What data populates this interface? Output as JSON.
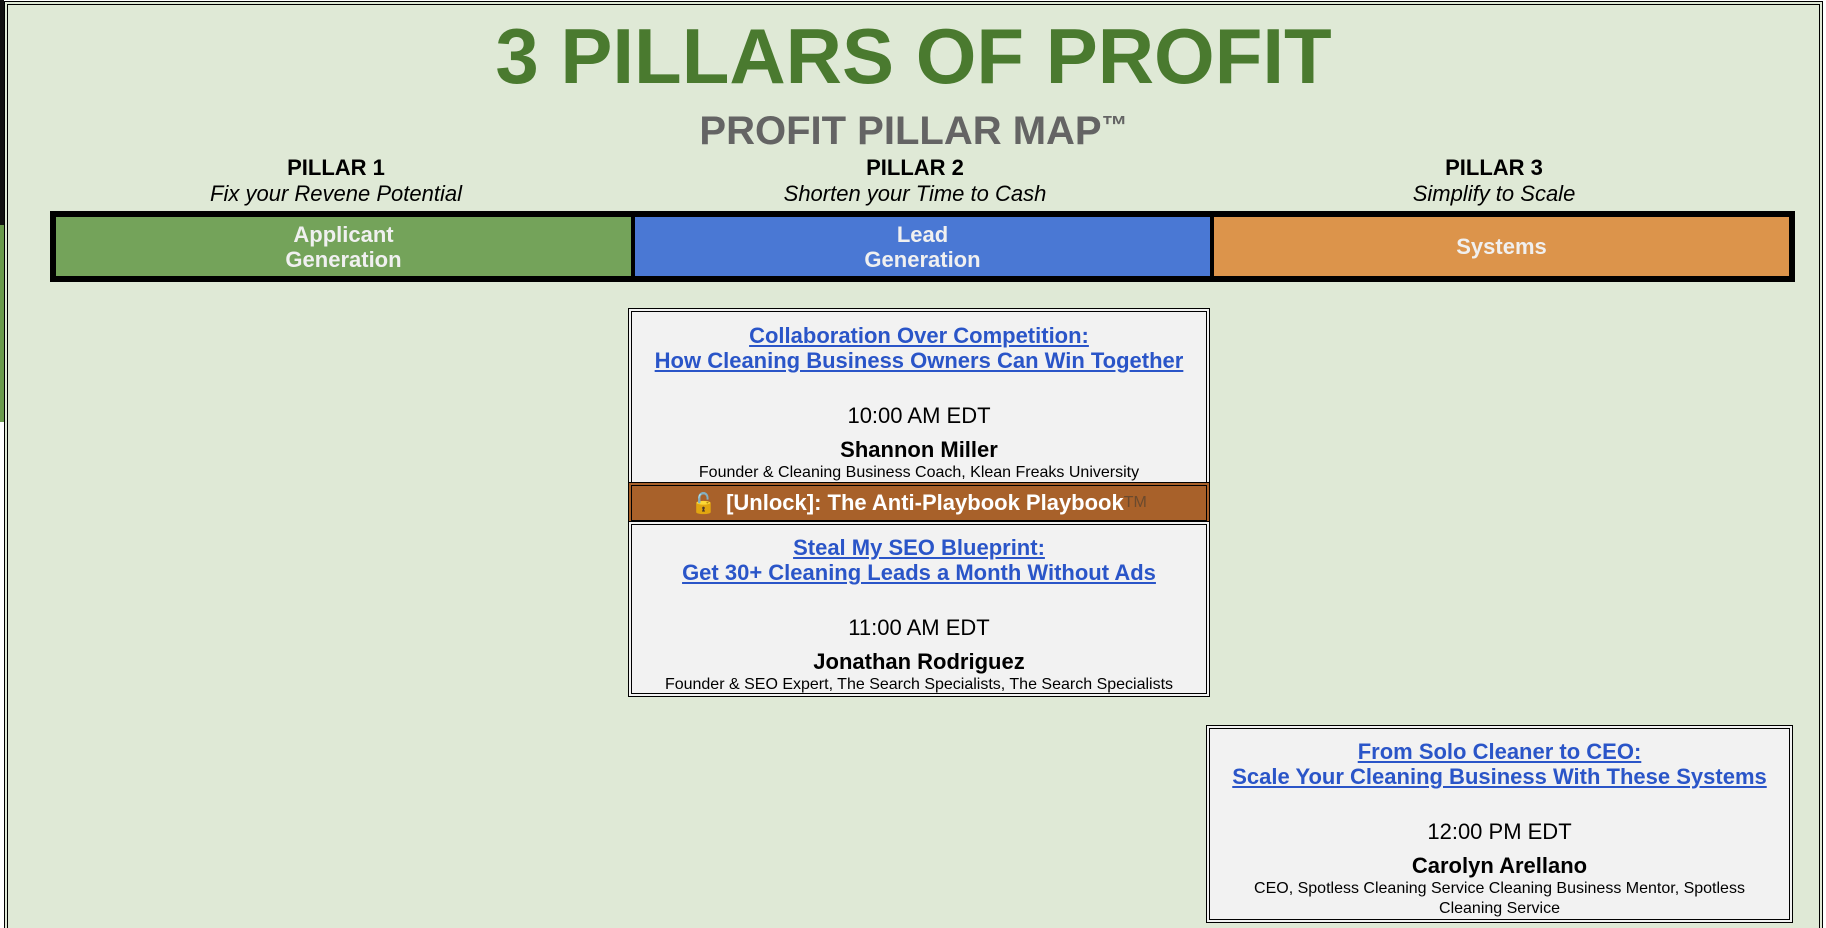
{
  "header": {
    "title": "3 PILLARS OF PROFIT",
    "subtitle": "PROFIT PILLAR MAP",
    "subtitle_tm": "™"
  },
  "pillars": [
    {
      "label": "PILLAR 1",
      "tagline": "Fix your Revene Potential",
      "category": "Applicant\nGeneration",
      "color": "#74a35a"
    },
    {
      "label": "PILLAR 2",
      "tagline": "Shorten your Time to Cash",
      "category": "Lead\nGeneration",
      "color": "#4a78d4"
    },
    {
      "label": "PILLAR 3",
      "tagline": "Simplify to Scale",
      "category": "Systems",
      "color": "#dc944b"
    }
  ],
  "sessions": [
    {
      "pillar": 2,
      "title": "Collaboration Over Competition:\nHow Cleaning Business Owners Can Win Together",
      "time": "10:00 AM EDT",
      "speaker": "Shannon Miller",
      "role": "Founder & Cleaning Business Coach, Klean Freaks University"
    },
    {
      "pillar": 2,
      "title": "Steal My SEO Blueprint:\nGet 30+ Cleaning Leads a Month Without Ads",
      "time": "11:00 AM EDT",
      "speaker": "Jonathan Rodriguez",
      "role": "Founder & SEO Expert, The Search Specialists, The Search Specialists"
    },
    {
      "pillar": 3,
      "title": "From Solo Cleaner to CEO:\nScale Your Cleaning Business With These Systems",
      "time": "12:00 PM EDT",
      "speaker": "Carolyn Arellano",
      "role": "CEO, Spotless Cleaning Service Cleaning Business Mentor, Spotless Cleaning Service"
    }
  ],
  "unlock": {
    "icon": "🔓",
    "label": "[Unlock]: The Anti-Playbook Playbook",
    "tm": "TM",
    "color": "#a8612a"
  },
  "colors": {
    "background": "#dfe9d6",
    "title": "#4a7a2f",
    "subtitle": "#646464",
    "link": "#2a55c8"
  }
}
